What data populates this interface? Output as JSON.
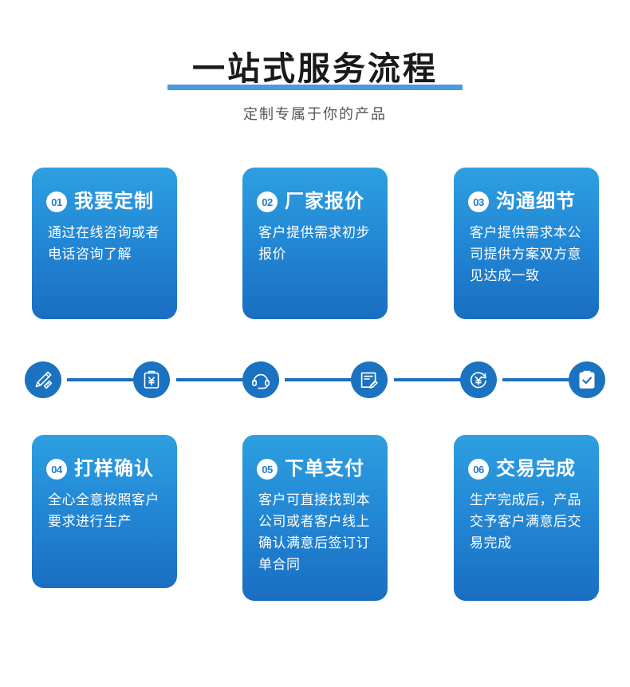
{
  "header": {
    "title": "一站式服务流程",
    "subtitle": "定制专属于你的产品",
    "underline_color": "#4a9ade",
    "title_color": "#1a1a1a",
    "subtitle_color": "#555555"
  },
  "theme": {
    "card_gradient_top": "#2e9fe0",
    "card_gradient_bottom": "#1a6ec2",
    "icon_blue": "#1b72c0",
    "connector_blue": "#1b6ec0",
    "badge_bg": "#ffffff",
    "badge_text": "#1f7ccd"
  },
  "steps": [
    {
      "number": "01",
      "title": "我要定制",
      "body": "通过在线咨询或者电话咨询了解"
    },
    {
      "number": "02",
      "title": "厂家报价",
      "body": "客户提供需求初步报价"
    },
    {
      "number": "03",
      "title": "沟通细节",
      "body": "客户提供需求本公司提供方案双方意见达成一致"
    },
    {
      "number": "04",
      "title": "打样确认",
      "body": "全心全意按照客户要求进行生产"
    },
    {
      "number": "05",
      "title": "下单支付",
      "body": "客户可直接找到本公司或者客户线上确认满意后签订订单合同"
    },
    {
      "number": "06",
      "title": "交易完成",
      "body": "生产完成后，产品交予客户满意后交易完成"
    }
  ],
  "icon_strip": {
    "icons": [
      {
        "name": "design-tools-icon"
      },
      {
        "name": "quotation-clipboard-yen-icon"
      },
      {
        "name": "headset-support-icon"
      },
      {
        "name": "contract-sign-icon"
      },
      {
        "name": "yen-payment-icon"
      },
      {
        "name": "clipboard-check-icon"
      }
    ],
    "connector_count": 5
  }
}
